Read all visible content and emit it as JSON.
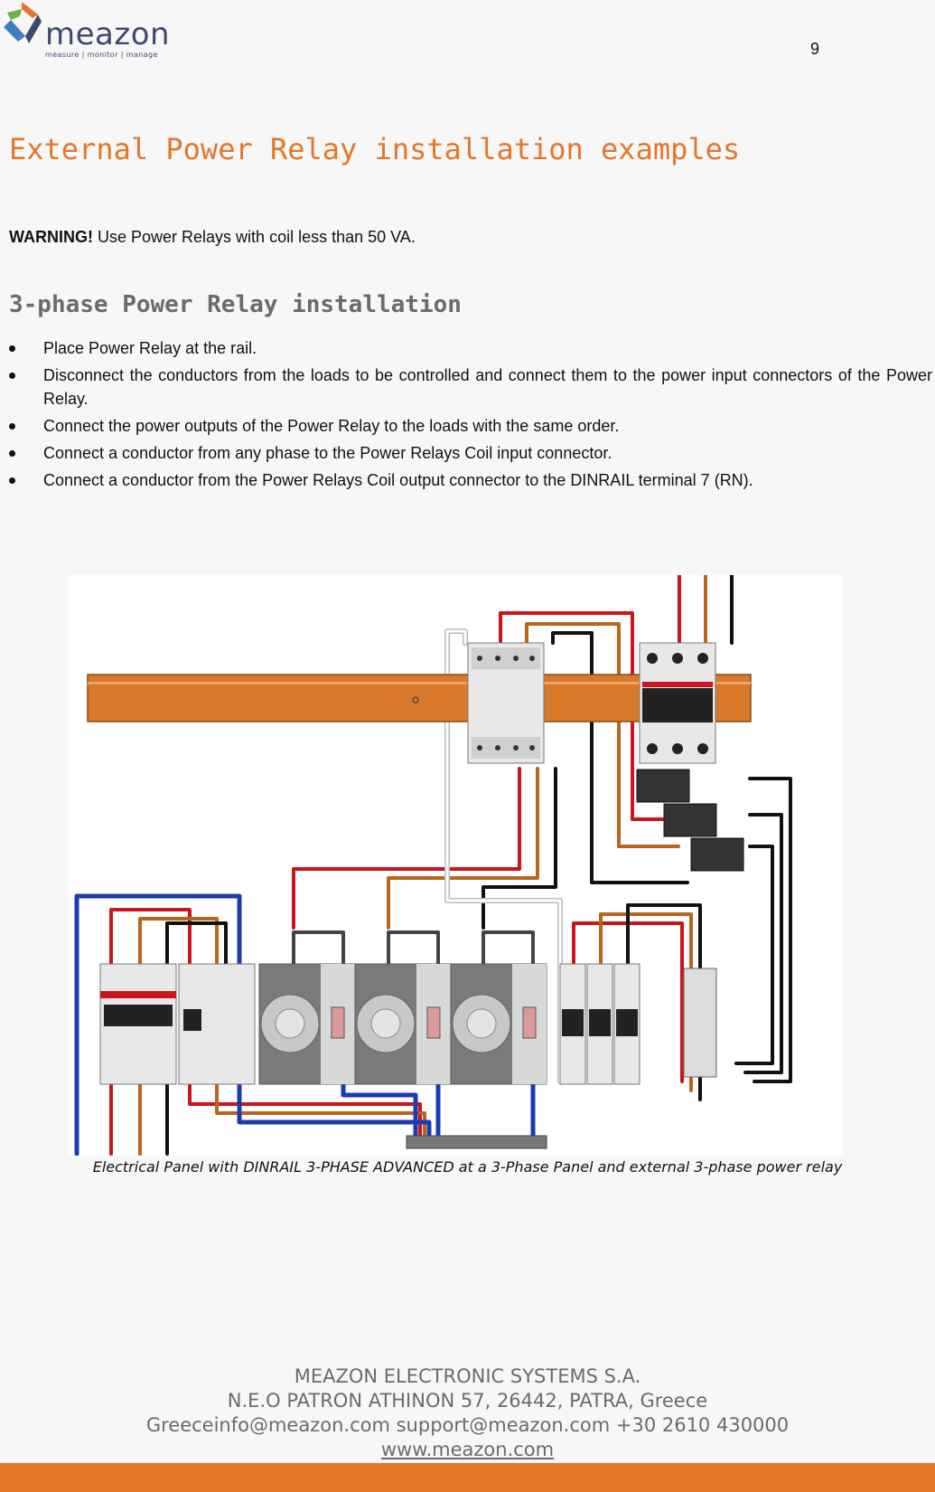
{
  "header": {
    "logo_text": "meazon",
    "logo_tagline": "measure | monitor | manage",
    "page_number": "9"
  },
  "title": "External Power Relay installation examples",
  "warning": {
    "label": "WARNING!",
    "text": " Use Power Relays with coil less than 50 VA."
  },
  "section_title": "3-phase Power Relay installation",
  "bullets": [
    "Place Power Relay at the rail.",
    "Disconnect the conductors from the loads to be controlled and connect them to the power input connectors of the Power Relay.",
    "Connect the power outputs of the Power Relay to the loads with the same order.",
    "Connect a conductor from any phase to the Power Relays Coil input connector.",
    "Connect a conductor from the Power Relays Coil output connector to the DINRAIL terminal 7 (RN)."
  ],
  "figure": {
    "caption": "Electrical Panel with DINRAIL 3-PHASE ADVANCED at a 3-Phase Panel and external 3-phase power relay"
  },
  "footer": {
    "company": "MEAZON ELECTRONIC SYSTEMS S.A.",
    "address": "N.E.O PATRON ATHINON 57, 26442, PATRA, Greece",
    "contacts": "Greeceinfo@meazon.com   support@meazon.com   +30 2610 430000",
    "website": "www.meazon.com"
  },
  "colors": {
    "accent": "#e4762a",
    "logo": "#3d4a6b",
    "rail": "#d8782a"
  }
}
